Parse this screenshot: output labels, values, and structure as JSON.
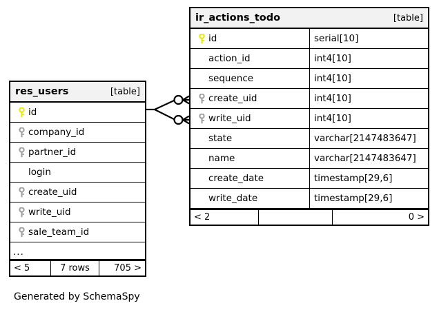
{
  "diagram": {
    "caption": "Generated by SchemaSpy",
    "kind_label": "[table]",
    "ellipsis": "...",
    "key_icons": {
      "primary": "primary-key-icon",
      "foreign": "foreign-key-icon"
    },
    "colors": {
      "primary_key": "#e8e800",
      "foreign_key": "#a0a0a0",
      "border": "#000000",
      "header_bg": "#f2f2f2",
      "row_bg": "#ffffff",
      "text": "#000000"
    }
  },
  "tables": [
    {
      "id": "res_users",
      "name": "res_users",
      "kind": "[table]",
      "columns": [
        {
          "name": "id",
          "key": "primary",
          "type": ""
        },
        {
          "name": "company_id",
          "key": "foreign",
          "type": ""
        },
        {
          "name": "partner_id",
          "key": "foreign",
          "type": ""
        },
        {
          "name": "login",
          "key": "none",
          "type": ""
        },
        {
          "name": "create_uid",
          "key": "foreign",
          "type": ""
        },
        {
          "name": "write_uid",
          "key": "foreign",
          "type": ""
        },
        {
          "name": "sale_team_id",
          "key": "foreign",
          "type": ""
        }
      ],
      "has_ellipsis_row": true,
      "footer": {
        "left": "< 5",
        "middle": "7 rows",
        "right": "705 >"
      }
    },
    {
      "id": "ir_actions_todo",
      "name": "ir_actions_todo",
      "kind": "[table]",
      "columns": [
        {
          "name": "id",
          "key": "primary",
          "type": "serial[10]"
        },
        {
          "name": "action_id",
          "key": "none",
          "type": "int4[10]"
        },
        {
          "name": "sequence",
          "key": "none",
          "type": "int4[10]"
        },
        {
          "name": "create_uid",
          "key": "foreign",
          "type": "int4[10]"
        },
        {
          "name": "write_uid",
          "key": "foreign",
          "type": "int4[10]"
        },
        {
          "name": "state",
          "key": "none",
          "type": "varchar[2147483647]"
        },
        {
          "name": "name",
          "key": "none",
          "type": "varchar[2147483647]"
        },
        {
          "name": "create_date",
          "key": "none",
          "type": "timestamp[29,6]"
        },
        {
          "name": "write_date",
          "key": "none",
          "type": "timestamp[29,6]"
        }
      ],
      "has_ellipsis_row": false,
      "footer": {
        "left": "< 2",
        "middle": "",
        "right": "0 >"
      }
    }
  ],
  "relationships": [
    {
      "from_table": "res_users",
      "from_column": "id",
      "to_table": "ir_actions_todo",
      "to_column": "create_uid",
      "cardinality": "zero-or-many"
    },
    {
      "from_table": "res_users",
      "from_column": "id",
      "to_table": "ir_actions_todo",
      "to_column": "write_uid",
      "cardinality": "zero-or-many"
    }
  ]
}
